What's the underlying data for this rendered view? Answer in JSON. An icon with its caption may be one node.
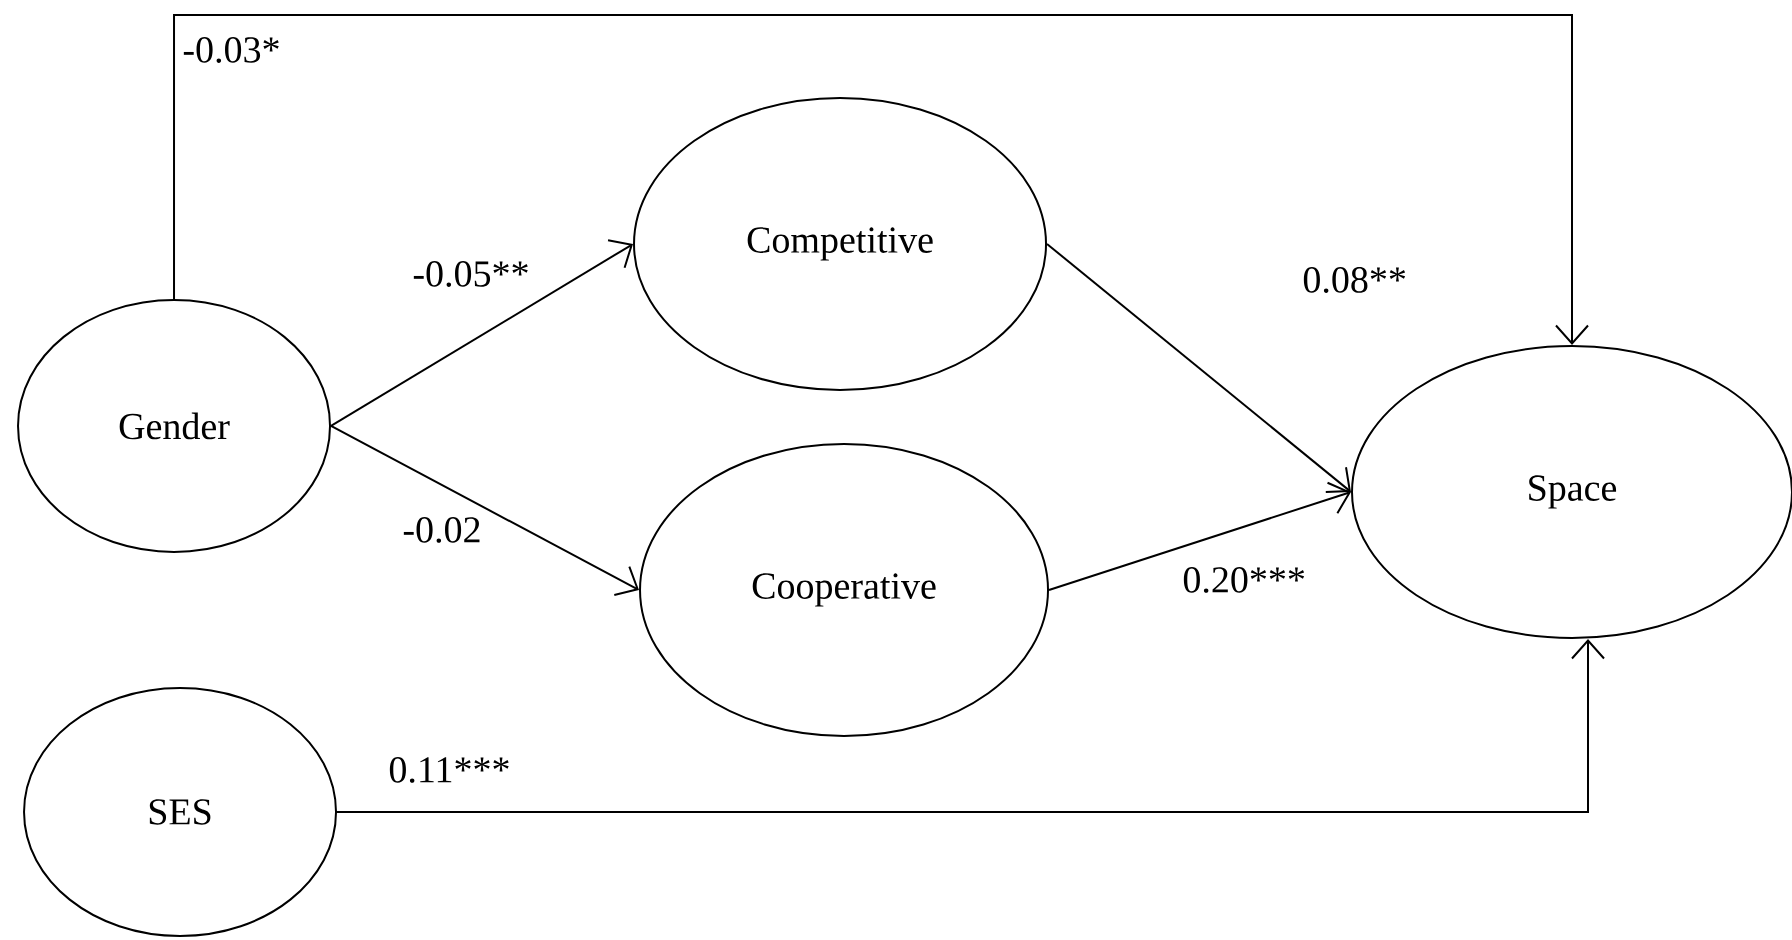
{
  "diagram": {
    "nodes": [
      {
        "text": [
          "Gender"
        ]
      },
      {
        "text": [
          "Competitive"
        ]
      },
      {
        "text": [
          "Cooperative"
        ]
      },
      {
        "text": [
          "Space"
        ]
      },
      {
        "text": [
          "SES"
        ]
      }
    ],
    "edges": [
      {
        "from": 0,
        "to": 3,
        "arrow": "to",
        "label": "-0.03*"
      },
      {
        "from": 0,
        "to": 1,
        "arrow": "to",
        "label": "-0.05**"
      },
      {
        "from": 0,
        "to": 2,
        "arrow": "to",
        "label": "-0.02"
      },
      {
        "from": 1,
        "to": 3,
        "arrow": "to",
        "label": "0.08**"
      },
      {
        "from": 2,
        "to": 3,
        "arrow": "to",
        "label": "0.20***"
      },
      {
        "from": 4,
        "to": 3,
        "arrow": "to",
        "label": "0.11***"
      }
    ]
  }
}
